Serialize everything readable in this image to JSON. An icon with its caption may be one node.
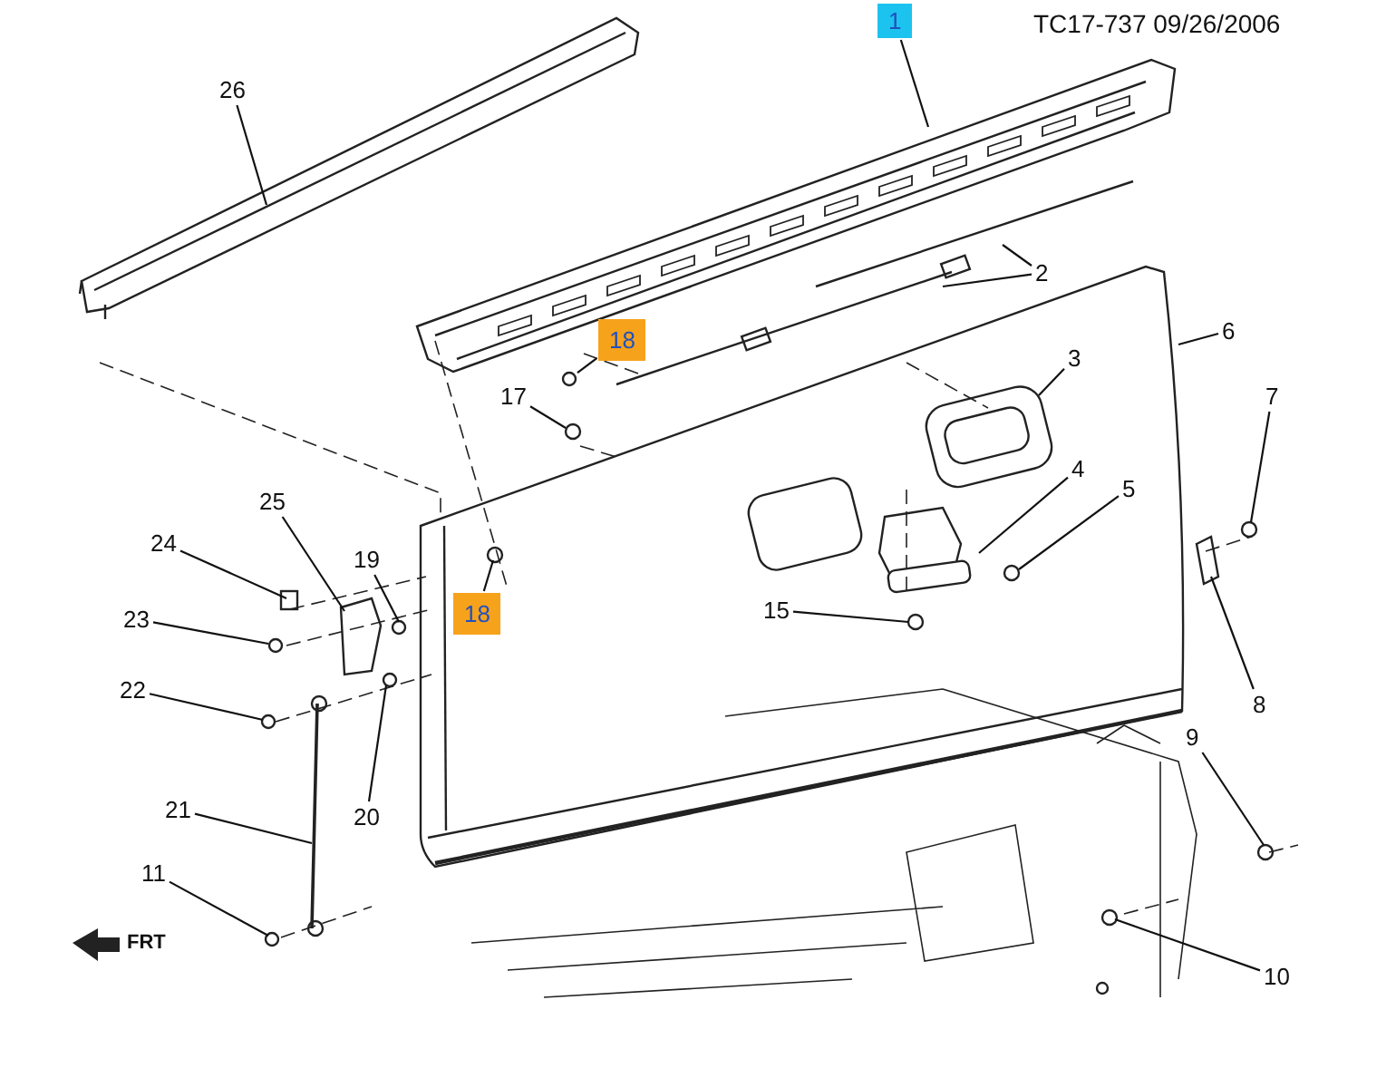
{
  "diagram": {
    "nodes": [
      {
        "text": [
          "1"
        ]
      },
      {
        "text": [
          "26"
        ]
      },
      {
        "text": [
          "2"
        ]
      },
      {
        "text": [
          "6"
        ]
      },
      {
        "text": [
          "18"
        ]
      },
      {
        "text": [
          "17"
        ]
      },
      {
        "text": [
          "3"
        ]
      },
      {
        "text": [
          "7"
        ]
      },
      {
        "text": [
          "4"
        ]
      },
      {
        "text": [
          "5"
        ]
      },
      {
        "text": [
          "25"
        ]
      },
      {
        "text": [
          "24"
        ]
      },
      {
        "text": [
          "19"
        ]
      },
      {
        "text": [
          "18"
        ]
      },
      {
        "text": [
          "23"
        ]
      },
      {
        "text": [
          "15"
        ]
      },
      {
        "text": [
          "8"
        ]
      },
      {
        "text": [
          "22"
        ]
      },
      {
        "text": [
          "9"
        ]
      },
      {
        "text": [
          "21"
        ]
      },
      {
        "text": [
          "20"
        ]
      },
      {
        "text": [
          "11"
        ]
      },
      {
        "text": [
          "10"
        ]
      },
      {
        "text": [],
        "shape": "circle"
      }
    ],
    "edges": [
      {
        "from": 0,
        "to": null,
        "arrow": "none"
      },
      {
        "from": 1,
        "to": null,
        "arrow": "none"
      },
      {
        "from": 2,
        "to": null,
        "arrow": "none"
      },
      {
        "from": 2,
        "to": null,
        "arrow": "none"
      },
      {
        "from": 3,
        "to": null,
        "arrow": "none"
      },
      {
        "from": 4,
        "to": 23,
        "arrow": "none"
      },
      {
        "from": 5,
        "to": null,
        "arrow": "none"
      },
      {
        "from": 6,
        "to": null,
        "arrow": "none"
      },
      {
        "from": 7,
        "to": null,
        "arrow": "none"
      },
      {
        "from": 8,
        "to": null,
        "arrow": "none"
      },
      {
        "from": 9,
        "to": null,
        "arrow": "none"
      },
      {
        "from": 10,
        "to": null,
        "arrow": "none"
      },
      {
        "from": 11,
        "to": null,
        "arrow": "none"
      },
      {
        "from": 12,
        "to": null,
        "arrow": "none"
      },
      {
        "from": 13,
        "to": null,
        "arrow": "none"
      },
      {
        "from": 14,
        "to": null,
        "arrow": "none"
      },
      {
        "from": 15,
        "to": null,
        "arrow": "none"
      },
      {
        "from": 16,
        "to": null,
        "arrow": "none"
      },
      {
        "from": 17,
        "to": null,
        "arrow": "none"
      },
      {
        "from": 18,
        "to": null,
        "arrow": "none"
      },
      {
        "from": 19,
        "to": null,
        "arrow": "none"
      },
      {
        "from": 20,
        "to": null,
        "arrow": "none"
      },
      {
        "from": 21,
        "to": null,
        "arrow": "none"
      },
      {
        "from": 22,
        "to": null,
        "arrow": "none"
      }
    ],
    "labels": [
      "TC17-737 09/26/2006",
      "FRT"
    ]
  }
}
